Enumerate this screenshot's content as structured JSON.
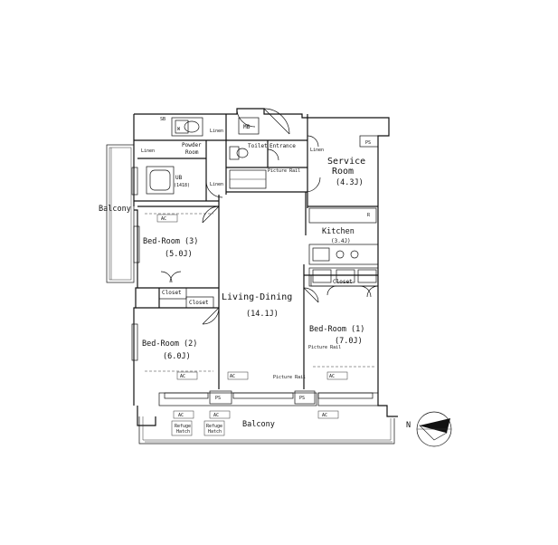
{
  "rooms": {
    "service": {
      "name1": "Service",
      "name2": "Room",
      "size": "(4.3J)"
    },
    "kitchen": {
      "name": "Kitchen",
      "size": "(3.4J)"
    },
    "living": {
      "name": "Living-Dining",
      "size": "(14.1J)"
    },
    "bed1": {
      "name": "Bed-Room (1)",
      "size": "(7.0J)"
    },
    "bed2": {
      "name": "Bed-Room (2)",
      "size": "(6.0J)"
    },
    "bed3": {
      "name": "Bed-Room (3)",
      "size": "(5.0J)"
    },
    "powder": {
      "name1": "Powder",
      "name2": "Room"
    },
    "ub": {
      "name": "UB",
      "size": "(1418)"
    },
    "toilet": {
      "name": "Toilet"
    },
    "entrance": {
      "name": "Entrance"
    }
  },
  "labels": {
    "balcony_left": "Balcony",
    "balcony_bottom": "Balcony",
    "closet_bed3": "Closet",
    "closet_bed2": "Closet",
    "closet_bed1": "Closet",
    "mb": "MB",
    "ps_top": "PS",
    "ps_left": "PS",
    "ps_right": "PS",
    "r": "R",
    "sb": "SB",
    "w": "W",
    "picture_rail_entrance": "Picture Rail",
    "picture_rail_living": "Picture Rail",
    "picture_rail_bed1": "Picture Rail",
    "linen1": "Linen",
    "linen2": "Linen",
    "linen3": "Linen",
    "linen4": "Linen",
    "ac_bed3": "AC",
    "ac_bed2": "AC",
    "ac_living": "AC",
    "ac_bed1": "AC",
    "ac_out1": "AC",
    "ac_out2": "AC",
    "ac_out3": "AC",
    "refuge_hatch1a": "Refuge",
    "refuge_hatch1b": "Hatch",
    "refuge_hatch2a": "Refuge",
    "refuge_hatch2b": "Hatch",
    "north": "N"
  }
}
